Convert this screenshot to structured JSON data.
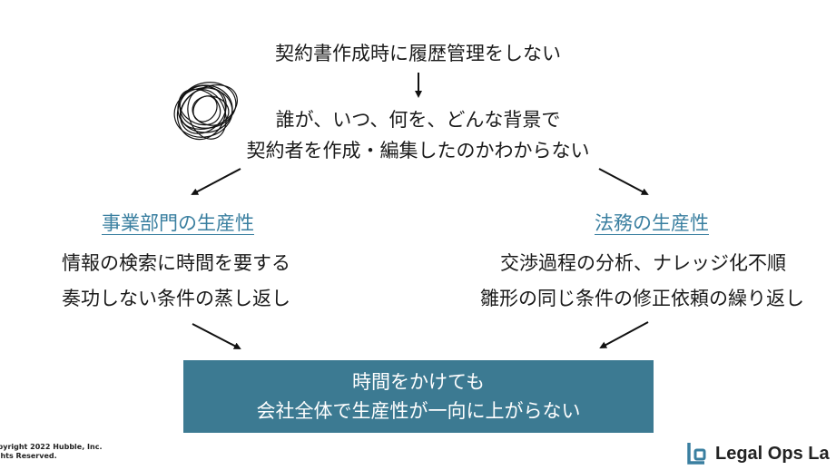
{
  "top": {
    "line1": "契約書作成時に履歴管理をしない",
    "line2": "誰が、いつ、何を、どんな背景で",
    "line3": "契約者を作成・編集したのかわからない"
  },
  "left": {
    "label": "事業部門の生産性",
    "line1": "情報の検索に時間を要する",
    "line2": "奏功しない条件の蒸し返し"
  },
  "right": {
    "label": "法務の生産性",
    "line1": "交渉過程の分析、ナレッジ化不順",
    "line2": "雛形の同じ条件の修正依頼の繰り返し"
  },
  "result": {
    "line1": "時間をかけても",
    "line2": "会社全体で生産性が一向に上がらない"
  },
  "footer": {
    "copyright_line1": "opyright 2022 Hubble, Inc.",
    "copyright_line2": "ights Reserved.",
    "logo_text": "Legal Ops La"
  },
  "colors": {
    "accent": "#3a7fa0",
    "box": "#3c7a92"
  },
  "icons": [
    "scribble-icon",
    "logo-icon"
  ]
}
